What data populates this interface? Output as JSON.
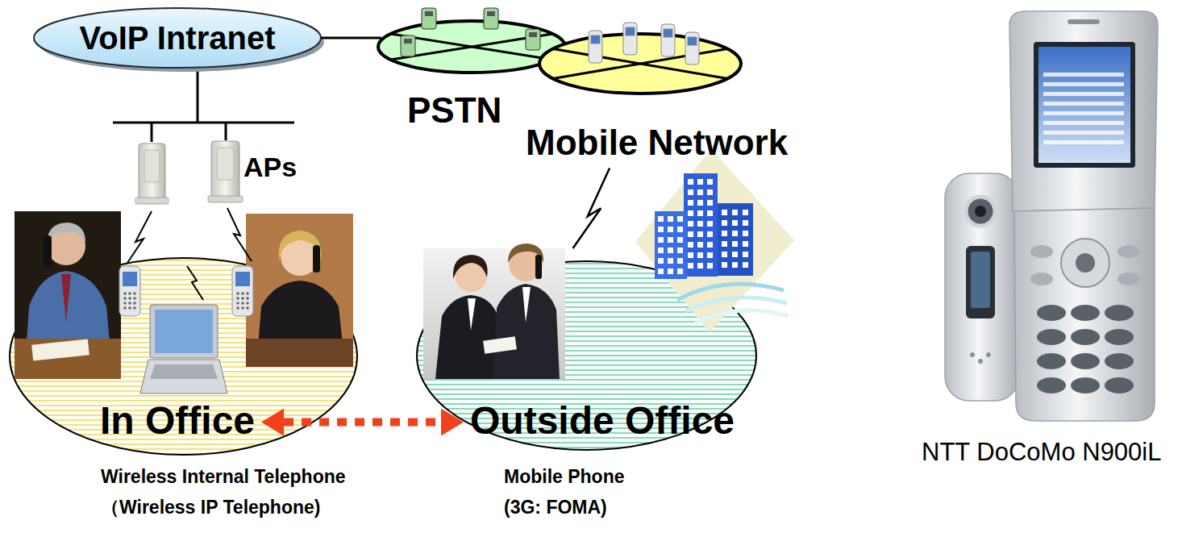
{
  "diagram": {
    "nodes": [
      {
        "text": [
          "VoIP Intranet"
        ]
      },
      {
        "text": [
          "PSTN"
        ]
      },
      {
        "text": [
          "Mobile Network"
        ]
      },
      {
        "text": [
          "In Office"
        ]
      },
      {
        "text": [
          "Outside Office"
        ]
      }
    ],
    "edges": [
      {
        "from": 0,
        "to": 1,
        "arrow": "none"
      },
      {
        "from": 2,
        "to": 4,
        "arrow": "none"
      },
      {
        "from": 3,
        "to": 4,
        "arrow": "both"
      }
    ],
    "labels": [
      "APs",
      "Wireless Internal Telephone （Wireless IP Telephone)",
      "Mobile Phone (3G: FOMA)",
      "NTT DoCoMo N900iL"
    ]
  }
}
